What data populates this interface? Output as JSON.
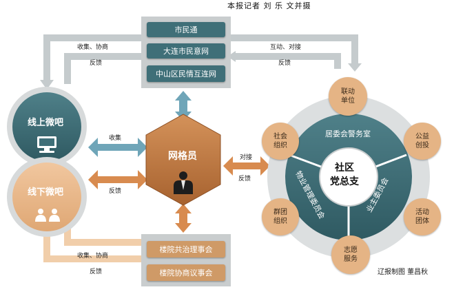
{
  "byline": "本报记者   刘   乐   文并摄",
  "credit": "辽报制图   董昌秋",
  "top_panel": {
    "items": [
      "市民通",
      "大连市民意网",
      "中山区民情互连网"
    ]
  },
  "bottom_panel": {
    "items": [
      "楼院共治理事会",
      "楼院协商议事会"
    ]
  },
  "online_bar": {
    "title": "线上微吧"
  },
  "offline_bar": {
    "title": "线下微吧"
  },
  "grid_member": {
    "title": "网格员"
  },
  "labels": {
    "top_left_1": "收集、协商",
    "top_left_2": "反馈",
    "top_right_1": "互动、对接",
    "top_right_2": "反馈",
    "mid_left_1": "收集",
    "mid_left_2": "反馈",
    "mid_right_1": "对接",
    "mid_right_2": "反馈",
    "bottom_left_1": "收集、协商",
    "bottom_left_2": "反馈"
  },
  "community": {
    "center_line1": "社区",
    "center_line2": "党总支",
    "segment_top": "居委会警务室",
    "segment_left": "物业管理委员会",
    "segment_right": "业主委员会",
    "satellites": [
      "联动\n单位",
      "公益\n创投",
      "活动\n团体",
      "志愿\n服务",
      "群团\n组织",
      "社会\n组织"
    ]
  },
  "colors": {
    "teal": "#3f6f78",
    "teal_dark": "#2f5a62",
    "orange": "#c8804a",
    "light_orange": "#e5b485",
    "grey_panel": "#c9cdce",
    "arrow_blue": "#6fa5b8"
  },
  "icons": {
    "online": "computer-monitor-icon",
    "offline": "people-icon",
    "grid_member": "person-suit-icon"
  }
}
